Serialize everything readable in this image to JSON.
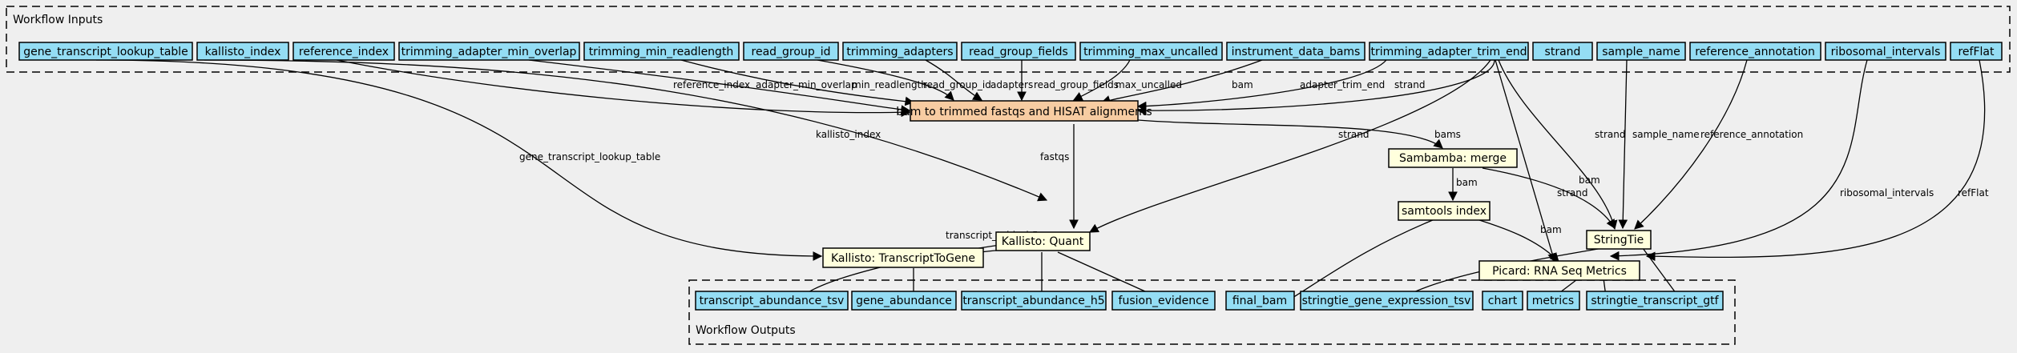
{
  "colors": {
    "background": "#efefef",
    "io_node": "#94ddf4",
    "main_step": "#f7cca2",
    "step": "#ffffdd",
    "stroke": "#000000"
  },
  "clusters": {
    "inputs_title": "Workflow Inputs",
    "outputs_title": "Workflow Outputs"
  },
  "inputs": {
    "gene_transcript_lookup_table": "gene_transcript_lookup_table",
    "kallisto_index": "kallisto_index",
    "reference_index": "reference_index",
    "trimming_adapter_min_overlap": "trimming_adapter_min_overlap",
    "trimming_min_readlength": "trimming_min_readlength",
    "read_group_id": "read_group_id",
    "trimming_adapters": "trimming_adapters",
    "read_group_fields": "read_group_fields",
    "trimming_max_uncalled": "trimming_max_uncalled",
    "instrument_data_bams": "instrument_data_bams",
    "trimming_adapter_trim_end": "trimming_adapter_trim_end",
    "strand": "strand",
    "sample_name": "sample_name",
    "reference_annotation": "reference_annotation",
    "ribosomal_intervals": "ribosomal_intervals",
    "refFlat": "refFlat"
  },
  "steps": {
    "bam_to_fastqs": "bam to trimmed fastqs and HISAT alignments",
    "sambamba_merge": "Sambamba: merge",
    "kallisto_quant": "Kallisto: Quant",
    "samtools_index": "samtools index",
    "stringtie": "StringTie",
    "transcript_to_gene": "Kallisto: TranscriptToGene",
    "picard_metrics": "Picard: RNA Seq Metrics"
  },
  "outputs": {
    "transcript_abundance_tsv": "transcript_abundance_tsv",
    "gene_abundance": "gene_abundance",
    "transcript_abundance_h5": "transcript_abundance_h5",
    "fusion_evidence": "fusion_evidence",
    "final_bam": "final_bam",
    "stringtie_gene_expression_tsv": "stringtie_gene_expression_tsv",
    "chart": "chart",
    "metrics": "metrics",
    "stringtie_transcript_gtf": "stringtie_transcript_gtf"
  },
  "edge_labels": {
    "gene_transcript_lookup_table": "gene_transcript_lookup_table",
    "kallisto_index": "kallisto_index",
    "reference_index": "reference_index",
    "adapter_min_overlap": "adapter_min_overlap",
    "min_readlength": "min_readlength",
    "read_group_id": "read_group_id",
    "adapters": "adapters",
    "read_group_fields": "read_group_fields",
    "max_uncalled": "max_uncalled",
    "bam": "bam",
    "adapter_trim_end": "adapter_trim_end",
    "strand_to_bam": "strand",
    "strand_to_kallisto": "strand",
    "strand_to_stringtie": "strand",
    "strand_to_picard": "strand",
    "bams": "bams",
    "fastqs": "fastqs",
    "sample_name": "sample_name",
    "reference_annotation": "reference_annotation",
    "ribosomal_intervals": "ribosomal_intervals",
    "refFlat": "refFlat",
    "merge_bam_to_index": "bam",
    "merge_bam_to_stringtie": "bam",
    "index_bam_to_picard": "bam",
    "transcript_table_h5": "transcript_table_h5"
  }
}
